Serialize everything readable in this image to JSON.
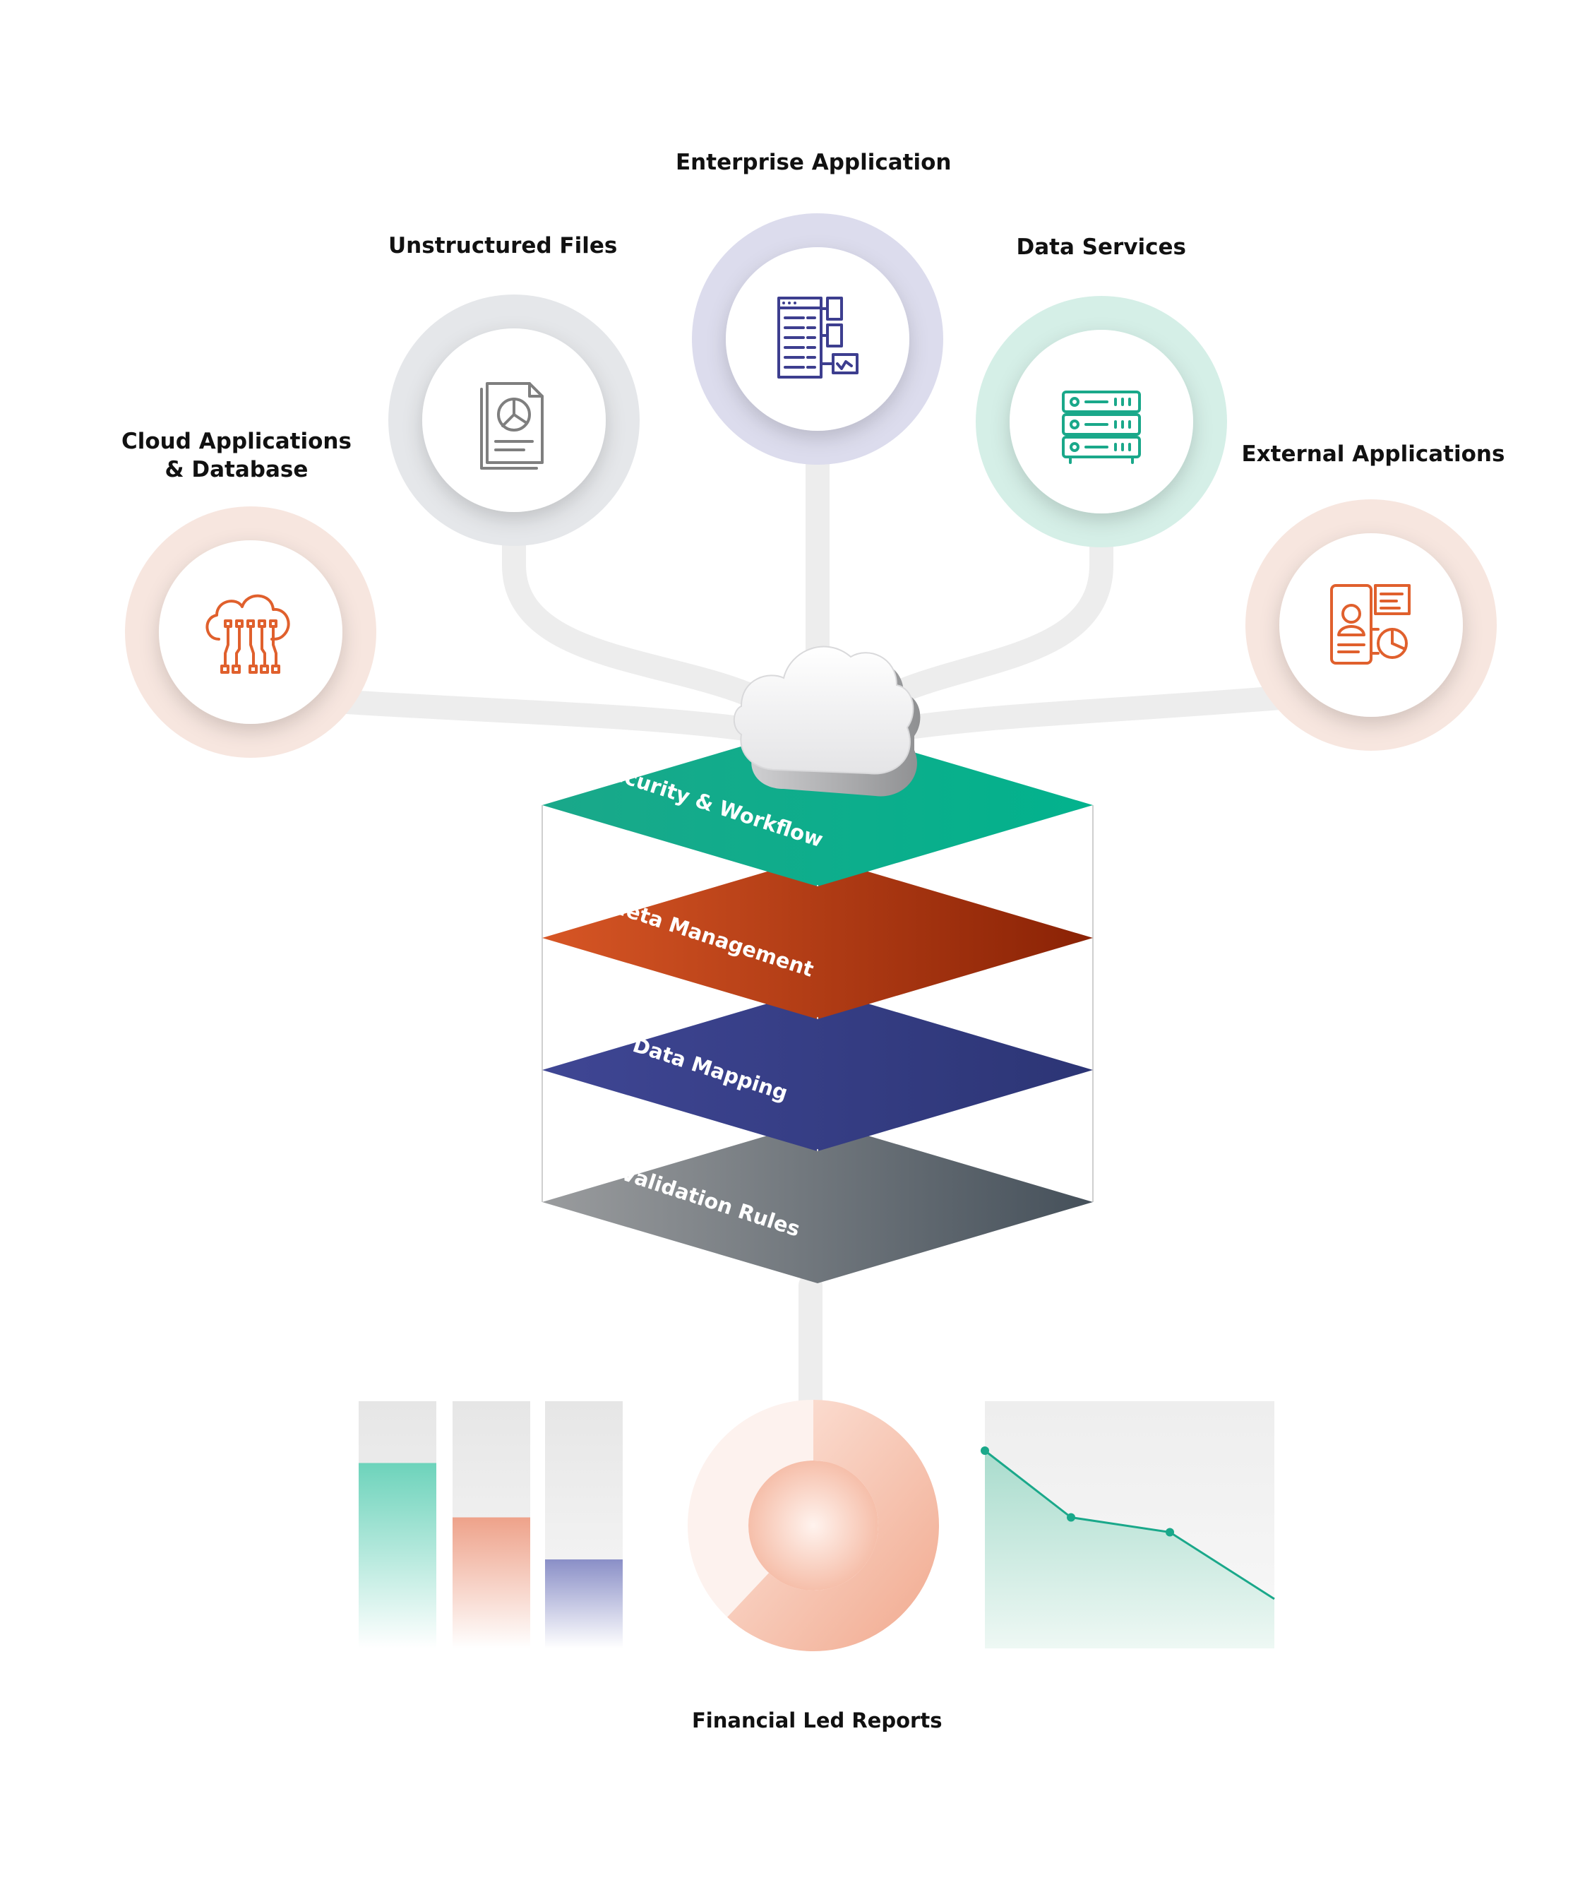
{
  "sources": [
    {
      "id": "cloud-applications",
      "label_lines": [
        "Cloud Applications",
        "& Database"
      ],
      "icon": "cloud-circuit-icon",
      "color": "#e0602d",
      "ring": "#f7e6df"
    },
    {
      "id": "unstructured-files",
      "label_lines": [
        "Unstructured Files"
      ],
      "icon": "document-chart-icon",
      "color": "#7f7f7f",
      "ring": "#e5e7ea"
    },
    {
      "id": "enterprise-application",
      "label_lines": [
        "Enterprise Application"
      ],
      "icon": "enterprise-dashboard-icon",
      "color": "#3d3e8f",
      "ring": "#dcdced"
    },
    {
      "id": "data-services",
      "label_lines": [
        "Data Services"
      ],
      "icon": "server-rack-icon",
      "color": "#1aa88a",
      "ring": "#d5efe7"
    },
    {
      "id": "external-applications",
      "label_lines": [
        "External Applications"
      ],
      "icon": "mobile-profile-icon",
      "color": "#e0602d",
      "ring": "#f7e6df"
    }
  ],
  "layers": [
    {
      "id": "security-workflow",
      "label": "Security & Workflow",
      "color_left": "#1aa88a",
      "color_right": "#02b28d"
    },
    {
      "id": "meta-management",
      "label": "Meta Management",
      "color_left": "#d75625",
      "color_right": "#8a2205"
    },
    {
      "id": "data-mapping",
      "label": "Data Mapping",
      "color_left": "#3f4694",
      "color_right": "#2c3575"
    },
    {
      "id": "validation-rules",
      "label": "Validation Rules",
      "color_left": "#9a9c9e",
      "color_right": "#45505a"
    }
  ],
  "reports": {
    "label": "Financial Led Reports",
    "bars": [
      {
        "name": "teal-bar",
        "fill": 0.75,
        "color": "#6dd3bb"
      },
      {
        "name": "orange-bar",
        "fill": 0.53,
        "color": "#eea28a"
      },
      {
        "name": "indigo-bar",
        "fill": 0.36,
        "color": "#8a8fc7"
      }
    ],
    "donut": {
      "value": 0.62,
      "color": "#f1a98e"
    },
    "line": {
      "values": [
        0.8,
        0.53,
        0.47,
        0.2
      ],
      "color": "#1aa88a"
    }
  }
}
